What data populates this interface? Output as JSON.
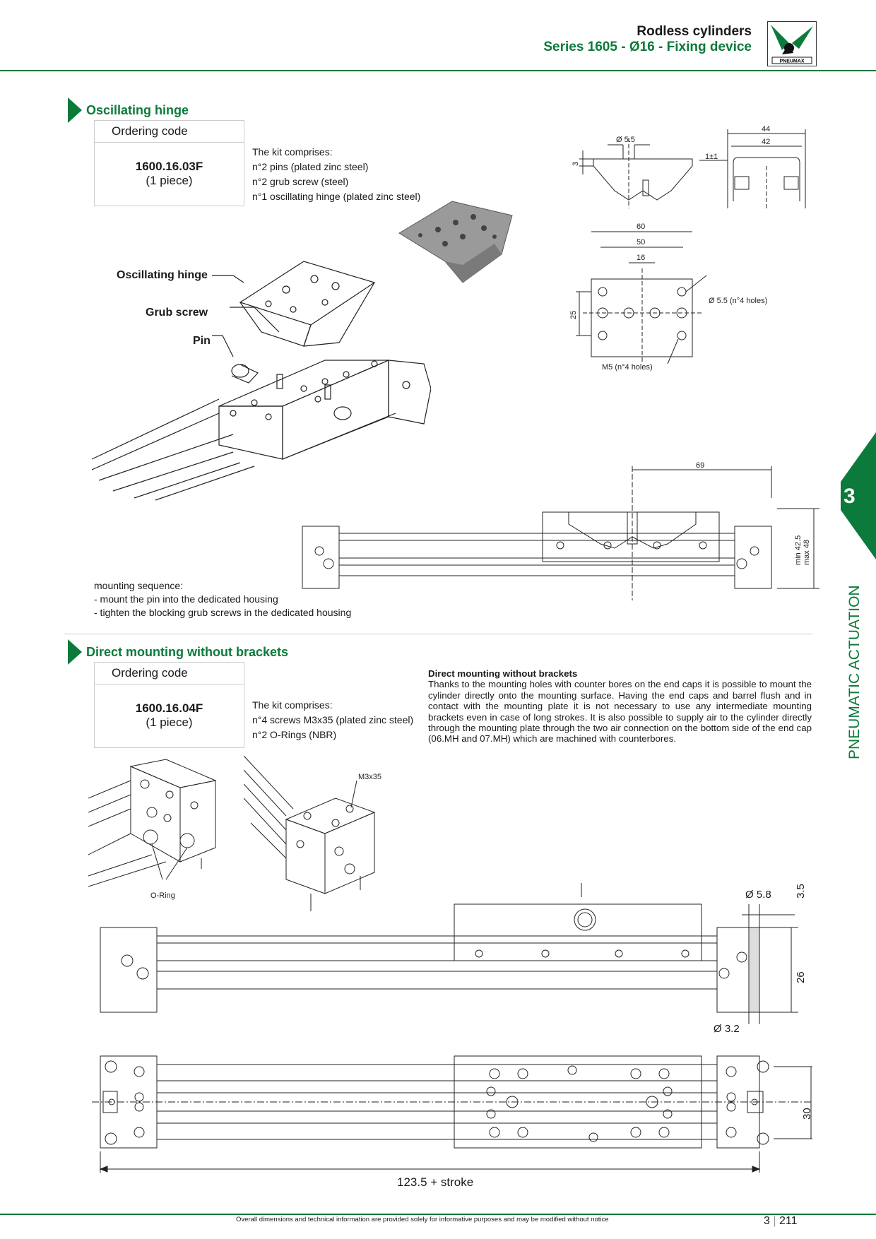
{
  "header": {
    "title_line1": "Rodless cylinders",
    "title_line2": "Series 1605 - Ø16 - Fixing device",
    "logo_text": "PNEUMAX"
  },
  "colors": {
    "accent": "#0c7a3a"
  },
  "section1": {
    "title": "Oscillating hinge",
    "ordering_label": "Ordering code",
    "code": "1600.16.03F",
    "qty": "(1 piece)",
    "kit": [
      "The kit comprises:",
      "n°2 pins (plated zinc steel)",
      "n°2 grub screw (steel)",
      "n°1 oscillating hinge (plated zinc steel)"
    ],
    "callouts": [
      "Oscillating hinge",
      "Grub screw",
      "Pin"
    ],
    "mounting": [
      "mounting sequence:",
      "- mount the pin into the dedicated housing",
      "- tighten the blocking grub screws in the dedicated housing"
    ],
    "dims": {
      "d55": "Ø 5.5",
      "d3": "3",
      "d44": "44",
      "d42": "42",
      "d1": "1±1",
      "d60": "60",
      "d50": "50",
      "d16": "16",
      "d25": "25",
      "holes55": "Ø 5.5 (n°4 holes)",
      "m5": "M5 (n°4 holes)",
      "d69": "69",
      "min": "min 42.5",
      "max": "max 48"
    }
  },
  "section2": {
    "title": "Direct mounting without brackets",
    "ordering_label": "Ordering code",
    "code": "1600.16.04F",
    "qty": "(1 piece)",
    "kit": [
      "The kit comprises:",
      "n°4 screws M3x35 (plated zinc steel)",
      "n°2 O-Rings (NBR)"
    ],
    "para_title": "Direct mounting without brackets",
    "para": "Thanks to the mounting holes with counter bores on the end caps it is possible to mount the cylinder directly onto the mounting surface. Having the end caps and barrel flush and in contact with the mounting plate it is not necessary to use any intermediate mounting brackets even in case of long strokes. It is also possible to supply air to the cylinder directly through the mounting plate through the two air connection on the bottom side of the end cap (06.MH and 07.MH) which are machined with counterbores.",
    "labels": {
      "m3x35": "M3x35",
      "oring": "O-Ring"
    },
    "dims": {
      "d58": "Ø 5.8",
      "d35": "3.5",
      "d26": "26",
      "d32": "Ø 3.2",
      "d30": "30",
      "length": "123.5 + stroke"
    }
  },
  "side": {
    "number": "3",
    "label": "PNEUMATIC ACTUATION"
  },
  "footer": {
    "note": "Overall dimensions and technical information are provided solely for informative purposes and may be modified without notice",
    "page_section": "3",
    "page_number": "211"
  }
}
